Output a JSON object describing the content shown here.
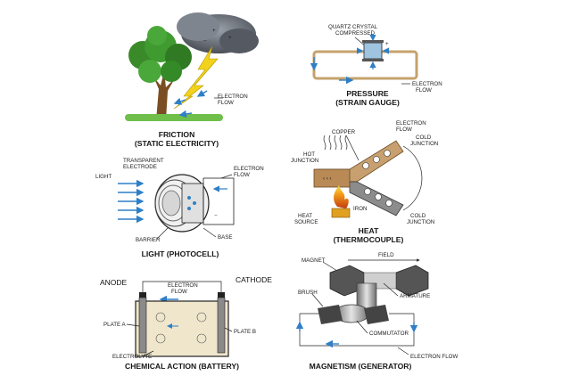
{
  "panels": {
    "friction": {
      "title_line1": "FRICTION",
      "title_line2": "(STATIC ELECTRICITY)",
      "label_electron_flow_1": "ELECTRON",
      "label_electron_flow_2": "FLOW"
    },
    "pressure": {
      "title_line1": "PRESSURE",
      "title_line2": "(STRAIN GAUGE)",
      "label_quartz_1": "QUARTZ CRYSTAL",
      "label_quartz_2": "COMPRESSED",
      "label_electron_flow_1": "ELECTRON",
      "label_electron_flow_2": "FLOW"
    },
    "light": {
      "title": "LIGHT (PHOTOCELL)",
      "label_transparent_1": "TRANSPARENT",
      "label_transparent_2": "ELECTRODE",
      "label_light": "LIGHT",
      "label_electron_flow_1": "ELECTRON",
      "label_electron_flow_2": "FLOW",
      "label_barrier": "BARRIER",
      "label_base": "BASE",
      "label_plus": "+",
      "label_minus": "−"
    },
    "heat": {
      "title_line1": "HEAT",
      "title_line2": "(THERMOCOUPLE)",
      "label_copper": "COPPER",
      "label_electron_flow_1": "ELECTRON",
      "label_electron_flow_2": "FLOW",
      "label_cold_junction_1": "COLD",
      "label_cold_junction_2": "JUNCTION",
      "label_hot_junction_1": "HOT",
      "label_hot_junction_2": "JUNCTION",
      "label_heat_source_1": "HEAT",
      "label_heat_source_2": "SOURCE",
      "label_iron": "IRON",
      "label_cold_junction2_1": "COLD",
      "label_cold_junction2_2": "JUNCTION"
    },
    "chemical": {
      "title": "CHEMICAL ACTION (BATTERY)",
      "label_anode": "ANODE",
      "label_cathode": "CATHODE",
      "label_electron_flow_1": "ELECTRON",
      "label_electron_flow_2": "FLOW",
      "label_plate_a": "PLATE A",
      "label_plate_b": "PLATE B",
      "label_electrolyte": "ELECTROLYTE"
    },
    "magnetism": {
      "title": "MAGNETISM (GENERATOR)",
      "label_magnet": "MAGNET",
      "label_field": "FIELD",
      "label_brush": "BRUSH",
      "label_armature": "ARMATURE",
      "label_commutator": "COMMUTATOR",
      "label_electron_flow": "ELECTRON FLOW"
    }
  },
  "colors": {
    "arrow_blue": "#2f7fc6",
    "tree_green": "#3a8a2a",
    "bolt_yellow": "#f2d21a",
    "copper": "#c8a070",
    "electrolyte": "#efe6cc"
  }
}
